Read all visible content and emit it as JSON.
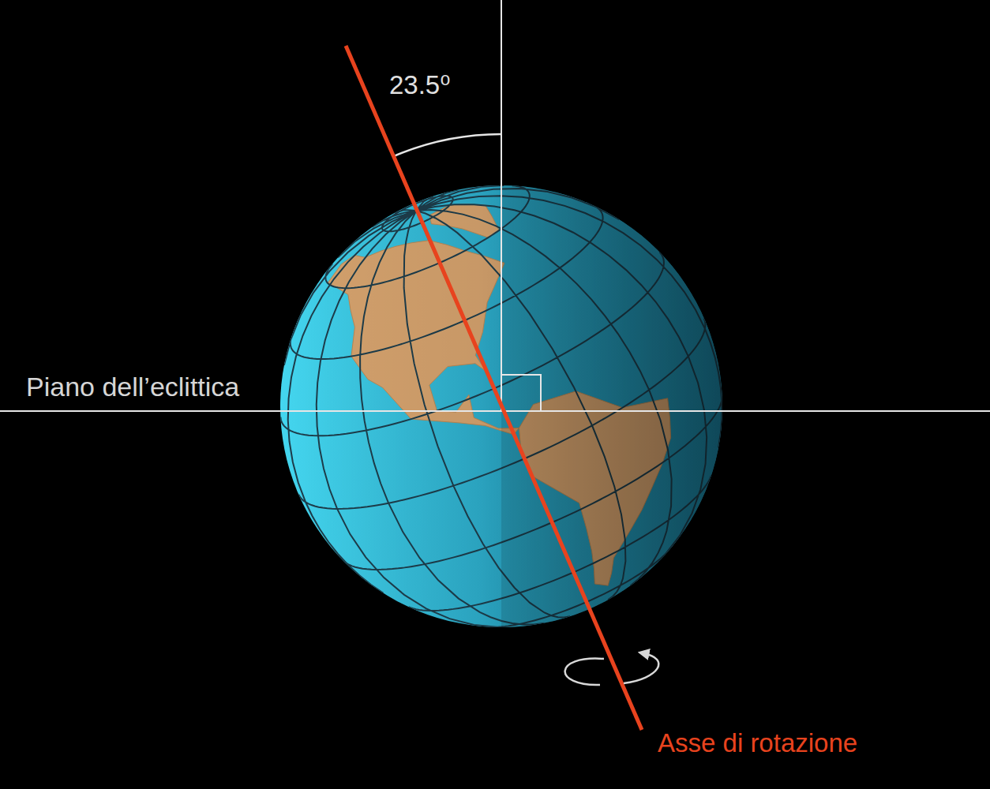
{
  "diagram": {
    "labels": [
      "23.5⁰",
      "Piano dell’eclittica",
      "Asse di rotazione"
    ]
  }
}
